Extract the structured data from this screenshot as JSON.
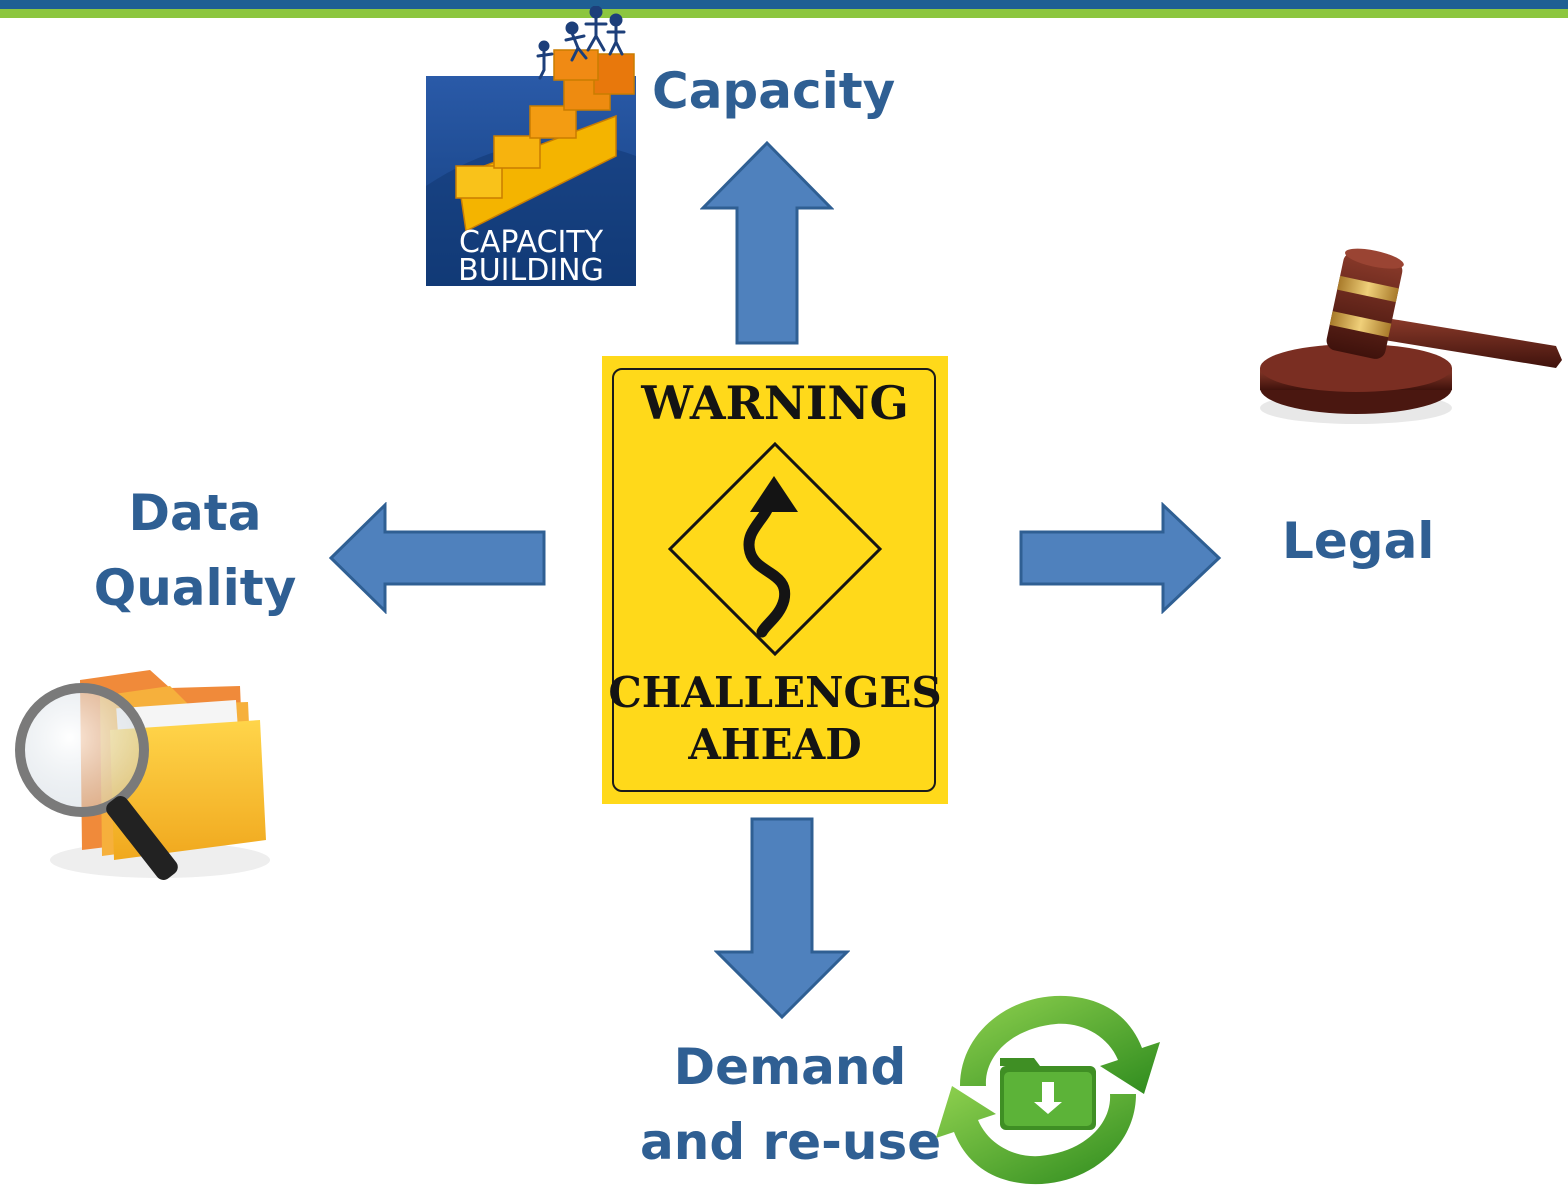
{
  "header": {
    "bar_colors": {
      "dark": "#1f5f93",
      "green": "#8cc63f"
    }
  },
  "labels": {
    "capacity": "Capacity",
    "data_quality_line1": "Data",
    "data_quality_line2": "Quality",
    "legal": "Legal",
    "demand_line1": "Demand",
    "demand_line2": "and re-use"
  },
  "sign": {
    "top_text": "WARNING",
    "bottom_line1": "CHALLENGES",
    "bottom_line2": "AHEAD",
    "background": "#ffd91a"
  },
  "capacity_logo": {
    "line1": "CAPACITY",
    "line2": "BUILDING"
  },
  "arrows": {
    "color": "#4f81bd",
    "outline": "#2f5f93"
  },
  "icons": [
    "capacity-building-logo",
    "gavel-icon",
    "folder-search-icon",
    "download-sync-icon"
  ]
}
